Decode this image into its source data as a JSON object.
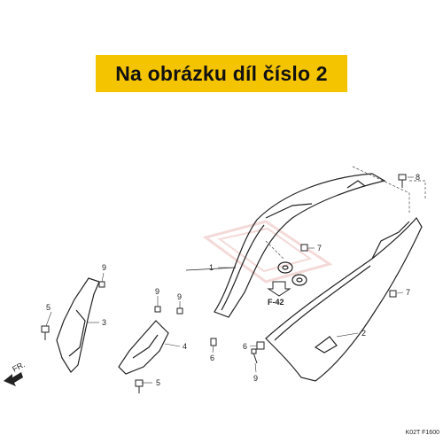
{
  "banner": {
    "text": "Na obrázku díl číslo 2",
    "color": "#f5c400"
  },
  "diagram": {
    "callouts": [
      "1",
      "2",
      "3",
      "4",
      "5",
      "5",
      "6",
      "6",
      "7",
      "7",
      "8",
      "9",
      "9",
      "9",
      "9"
    ],
    "reference": "F-42",
    "front_label": "FR.",
    "drawing_code": "K02T F1600"
  }
}
